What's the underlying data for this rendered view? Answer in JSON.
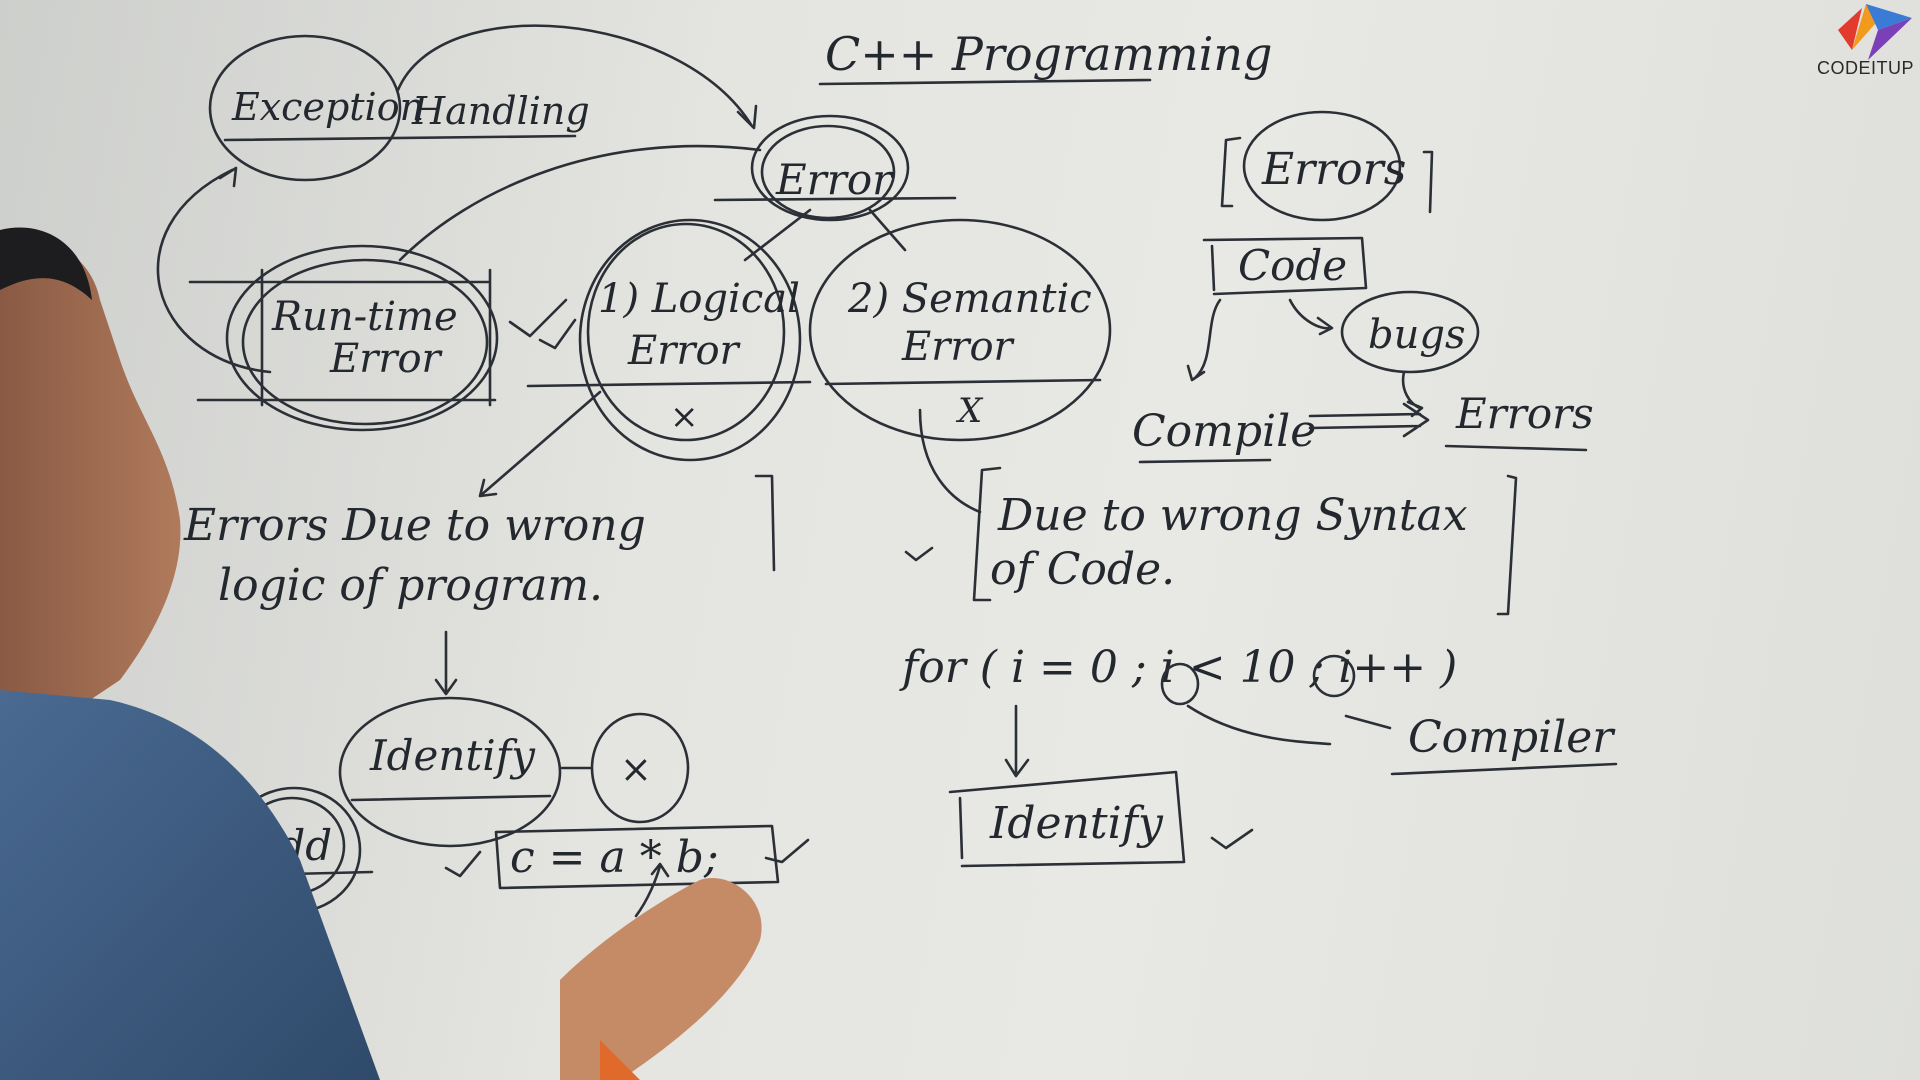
{
  "title": "C++ Programming",
  "brand": {
    "name": "CODEITUP",
    "colors": [
      "#e23b2e",
      "#f29a1d",
      "#3a7bd5",
      "#7b3fb8"
    ]
  },
  "nodes": {
    "exception": "Exception",
    "handling": "Handling",
    "error": "Error",
    "runtime_line1": "Run-time",
    "runtime_line2": "Error",
    "logical_line1": "1) Logical",
    "logical_line2": "Error",
    "semantic_line1": "2) Semantic",
    "semantic_line2": "Error",
    "cross_logical": "×",
    "cross_semantic": "X",
    "errors_bracket": "Errors",
    "code": "Code",
    "bugs": "bugs",
    "compile": "Compile",
    "errors_right": "Errors"
  },
  "notes": {
    "logical_desc_1": "Errors Due to wrong",
    "logical_desc_2": "logic of program.",
    "semantic_desc_1": "Due to wrong Syntax",
    "semantic_desc_2": "of Code.",
    "identify_left": "Identify",
    "cross_circle": "×",
    "add": "Add",
    "expression": "c = a * b;",
    "for_loop": "for ( i = 0 ; i < 10 ; i++ )",
    "compiler": "Compiler",
    "identify_right": "Identify"
  }
}
